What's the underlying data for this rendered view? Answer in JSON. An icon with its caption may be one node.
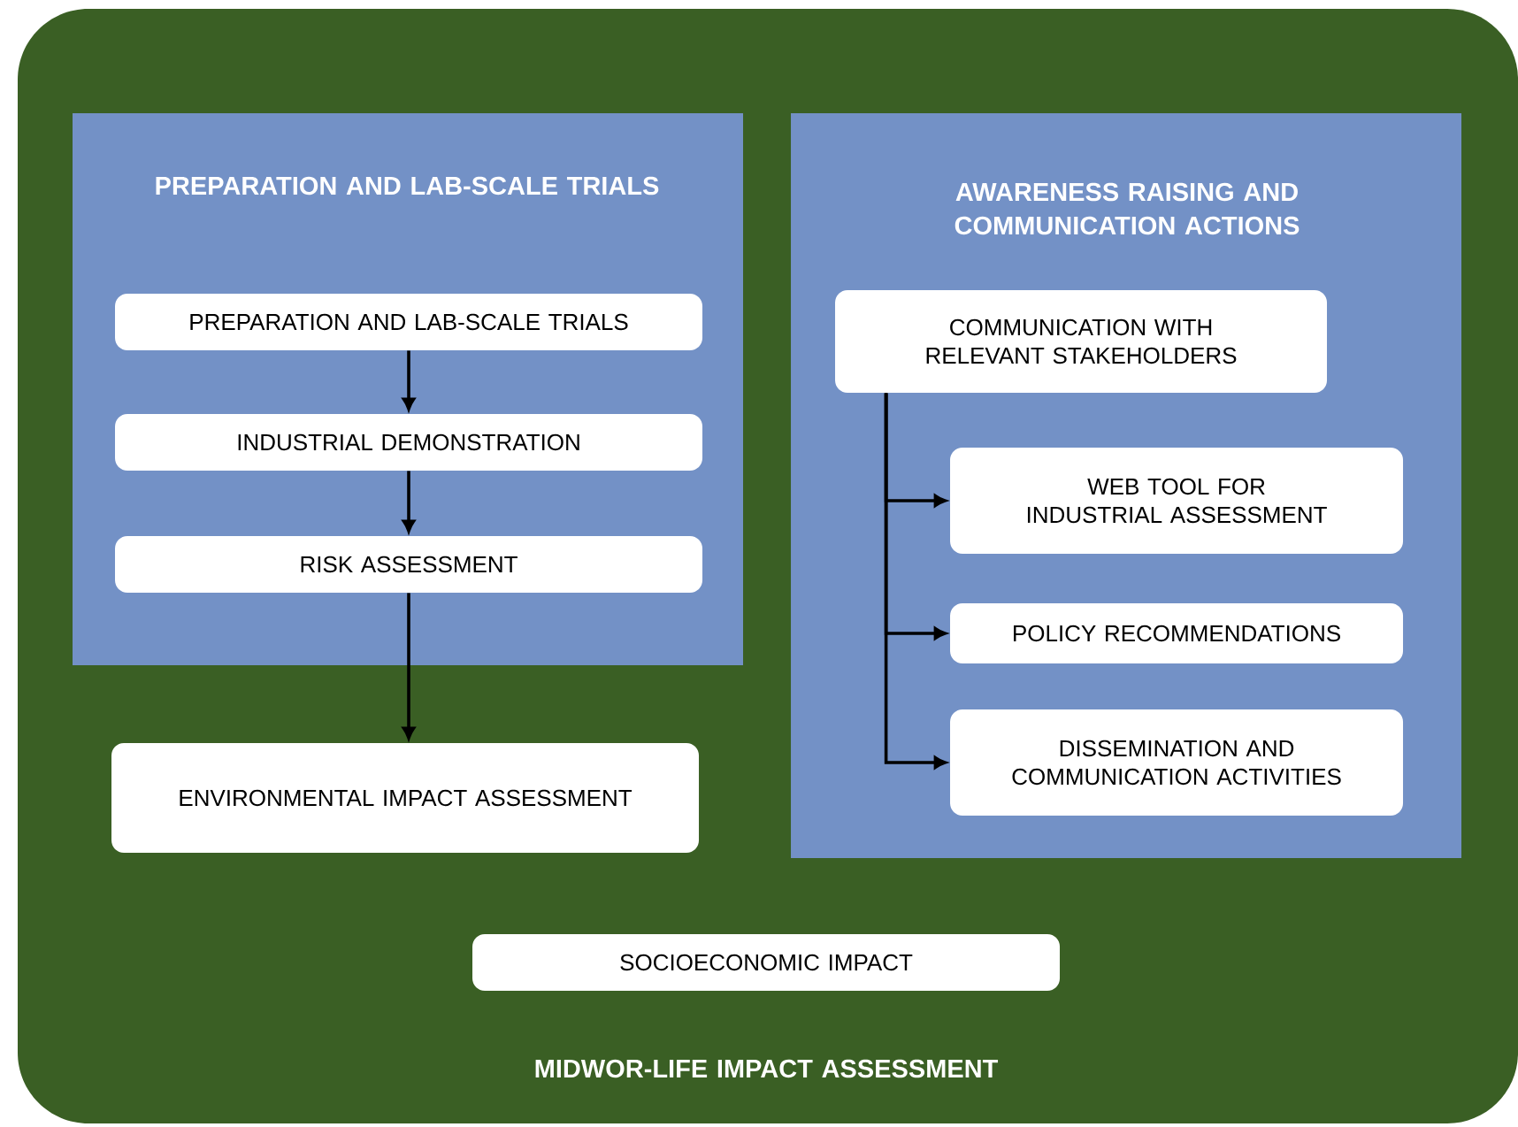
{
  "diagram": {
    "nodes": [
      {
        "text": [
          "MIDWOR-LIFE IMPACT ASSESSMENT"
        ]
      },
      {
        "text": [
          "PREPARATION AND LAB-SCALE TRIALS"
        ],
        "in": 0
      },
      {
        "text": [
          "PREPARATION AND LAB-SCALE TRIALS"
        ],
        "in": 1
      },
      {
        "text": [
          "INDUSTRIAL DEMONSTRATION"
        ],
        "in": 1
      },
      {
        "text": [
          "RISK ASSESSMENT"
        ],
        "in": 1
      },
      {
        "text": [
          "ENVIRONMENTAL IMPACT ASSESSMENT"
        ],
        "in": 0
      },
      {
        "text": [
          "AWARENESS RAISING AND COMMUNICATION ACTIONS"
        ],
        "in": 0
      },
      {
        "text": [
          "COMMUNICATION WITH RELEVANT STAKEHOLDERS"
        ],
        "in": 6
      },
      {
        "text": [
          "WEB TOOL FOR INDUSTRIAL ASSESSMENT"
        ],
        "in": 6
      },
      {
        "text": [
          "POLICY RECOMMENDATIONS"
        ],
        "in": 6
      },
      {
        "text": [
          "DISSEMINATION AND COMMUNICATION ACTIVITIES"
        ],
        "in": 6
      },
      {
        "text": [
          "SOCIOECONOMIC IMPACT"
        ],
        "in": 0
      }
    ],
    "edges": [
      {
        "from": 2,
        "to": 3,
        "arrow": "to"
      },
      {
        "from": 3,
        "to": 4,
        "arrow": "to"
      },
      {
        "from": 4,
        "to": 5,
        "arrow": "to"
      },
      {
        "from": 7,
        "to": 8,
        "arrow": "to"
      },
      {
        "from": 7,
        "to": 9,
        "arrow": "to"
      },
      {
        "from": 7,
        "to": 10,
        "arrow": "to"
      }
    ]
  }
}
